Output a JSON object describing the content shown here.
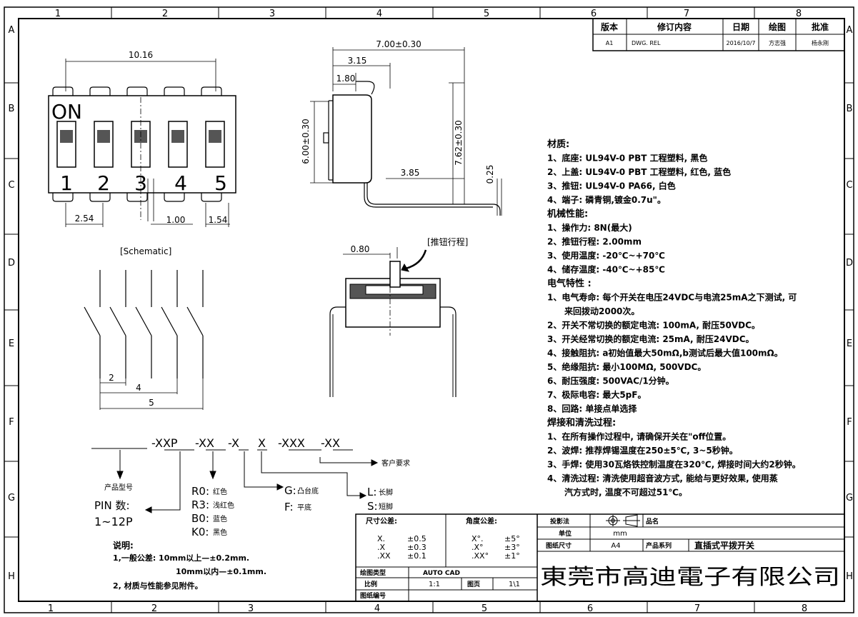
{
  "frame": {
    "top_cols": [
      "1",
      "2",
      "3",
      "4",
      "5",
      "6",
      "7",
      "8"
    ],
    "rows": [
      "A",
      "B",
      "C",
      "D",
      "E",
      "F",
      "G",
      "H"
    ]
  },
  "revision": {
    "headers": [
      "版本",
      "修订内容",
      "日期",
      "绘图",
      "批准"
    ],
    "row": [
      "A1",
      "DWG. REL",
      "2016/10/7",
      "方志强",
      "杨永刚"
    ]
  },
  "front_view": {
    "on_label": "ON",
    "numbers": [
      "1",
      "2",
      "3",
      "4",
      "5"
    ],
    "dim_width": "10.16",
    "dim_pitch": "2.54",
    "dim_pin": "1.00",
    "dim_edge": "1.54"
  },
  "side_view": {
    "dim_length": "7.00±0.30",
    "dim_a": "3.15",
    "dim_b": "1.80",
    "dim_height": "6.00±0.30",
    "dim_total": "7.62±0.30",
    "dim_lead": "3.85",
    "dim_thick": "0.25"
  },
  "travel_view": {
    "label": "[推钮行程]",
    "dim": "0.80"
  },
  "schematic": {
    "label": "[Schematic]",
    "dims": [
      "2",
      "4",
      "5"
    ]
  },
  "part_number": {
    "segments": [
      "-XXP",
      "-XX",
      "-X",
      "X",
      "-XXX",
      "-XX"
    ],
    "customer": "客户要求",
    "product_label": "产品型号",
    "pin_label": "PIN  数:",
    "pin_range": "1~12P",
    "colors": [
      {
        "code": "R0:",
        "name": "红色"
      },
      {
        "code": "R3:",
        "name": "浅红色"
      },
      {
        "code": "B0:",
        "name": "蓝色"
      },
      {
        "code": "K0:",
        "name": "黑色"
      }
    ],
    "base": [
      {
        "code": "G:",
        "name": "凸台底"
      },
      {
        "code": "F:",
        "name": "平底"
      }
    ],
    "leg": [
      {
        "code": "L:",
        "name": "长脚"
      },
      {
        "code": "S:",
        "name": "短脚"
      }
    ]
  },
  "notes": {
    "title": "说明:",
    "lines": [
      "1,一般公差: 10mm以上—±0.2mm.",
      "10mm以内—±0.1mm.",
      "2, 材质与性能参见附件。"
    ]
  },
  "specs": [
    {
      "text": "材质:",
      "head": true
    },
    {
      "text": "1、底座: UL94V-0 PBT 工程塑料, 黑色"
    },
    {
      "text": "2、上盖: UL94V-0 PBT 工程塑料, 红色, 蓝色"
    },
    {
      "text": "3、推钮: UL94V-0 PA66, 白色"
    },
    {
      "text": "4、端子: 磷青铜,镀金0.7u\"。"
    },
    {
      "text": "机械性能:",
      "head": true
    },
    {
      "text": "1、操作力: 8N(最大)"
    },
    {
      "text": "2、推钮行程: 2.00mm"
    },
    {
      "text": "3、使用温度: -20℃~+70℃"
    },
    {
      "text": "4、储存温度: -40℃~+85℃"
    },
    {
      "text": "电气特性 :",
      "head": true
    },
    {
      "text": "1、电气寿命: 每个开关在电压24VDC与电流25mA之下测试, 可"
    },
    {
      "text": "来回拨动2000次。",
      "indent": true
    },
    {
      "text": "2、开关不常切换的额定电流: 100mA, 耐压50VDC。"
    },
    {
      "text": "3、开关经常切换的额定电流: 25mA, 耐压24VDC。"
    },
    {
      "text": "4、接触阻抗: a初始值最大50mΩ,b测试后最大值100mΩ。"
    },
    {
      "text": "5、绝缘阻抗: 最小100MΩ, 500VDC。"
    },
    {
      "text": "6、耐压强度: 500VAC/1分钟。"
    },
    {
      "text": "7、极际电容: 最大5pF。"
    },
    {
      "text": "8、回路: 单接点单选择"
    },
    {
      "text": "焊接和清洗过程:",
      "head": true
    },
    {
      "text": "1、在所有操作过程中, 请确保开关在\"off位置。"
    },
    {
      "text": "2、波焊: 推荐焊锡温度在250±5℃, 3~5秒钟。"
    },
    {
      "text": "3、手焊: 使用30瓦烙铁控制温度在320℃, 焊接时间大约2秒钟。"
    },
    {
      "text": "4、清洗过程: 清洗使用超音波方式, 能给与更好效果, 使用蒸"
    },
    {
      "text": "汽方式时, 温度不可超过51℃。",
      "indent": true
    }
  ],
  "title_block": {
    "tol_size_label": "尺寸公差:",
    "tol_angle_label": "角度公差:",
    "tol_size": [
      [
        "X.",
        "±0.5"
      ],
      [
        ".X",
        "±0.3"
      ],
      [
        ".XX",
        "±0.1"
      ]
    ],
    "tol_angle": [
      [
        "X°.",
        "±5°"
      ],
      [
        ".X°",
        "±3°"
      ],
      [
        ".XX°",
        "±1°"
      ]
    ],
    "projection_label": "投影法",
    "name_label": "品名",
    "unit_label": "单位",
    "unit_value": "mm",
    "paper_label": "图纸尺寸",
    "paper_value": "A4",
    "series_label": "产品系列",
    "series_value": "直插式平拨开关",
    "drawing_type_label": "绘图类型",
    "drawing_type_value": "AUTO CAD",
    "scale_label": "比例",
    "scale_value": "1:1",
    "page_label": "图页",
    "page_value": "1\\1",
    "number_label": "图纸编号",
    "company": "東莞市高迪電子有限公司"
  }
}
